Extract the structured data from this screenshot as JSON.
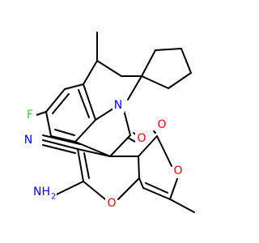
{
  "colors": {
    "background": "#ffffff",
    "bond": "#000000",
    "carbon_text": "#000000",
    "nitrogen": "#0000ff",
    "oxygen": "#ff0000",
    "fluorine": "#33cc33"
  },
  "atoms": {
    "F": "F",
    "N_ring": "N",
    "O_carbonyl_1": "O",
    "O_carbonyl_2": "O",
    "O_ring_1": "O",
    "O_ring_2": "O",
    "N_nitrile": "N",
    "NH2": "NH",
    "NH2_sub": "2"
  }
}
